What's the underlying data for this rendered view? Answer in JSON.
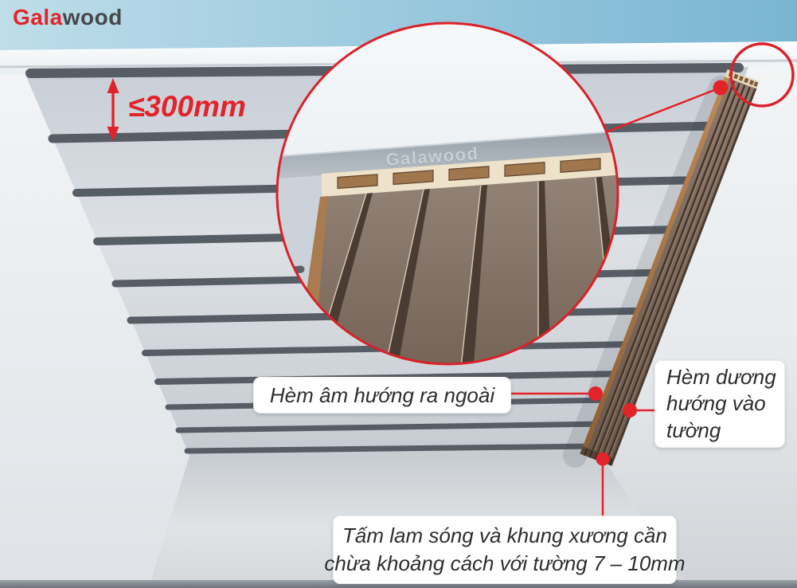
{
  "logo": {
    "part1": "Gala",
    "part2": "wood"
  },
  "inset": {
    "watermark": "Galawood"
  },
  "dimension": {
    "text": "≤300mm"
  },
  "labels": {
    "hem_am": {
      "text": "Hèm âm hướng ra ngoài"
    },
    "hem_duong": {
      "line1": "Hèm dương",
      "line2": "hướng vào",
      "line3": "tường"
    },
    "gap": {
      "line1": "Tấm lam sóng và khung xương cần",
      "line2": "chừa khoảng cách với tường 7 – 10mm"
    }
  },
  "colors": {
    "accent_red": "#e2232a",
    "sky_blue": "#8fc0d8",
    "batten_gray": "#575d64",
    "ceiling_gray": "#d3d8de",
    "wood_front": "#7b685b",
    "wood_groove": "#44362c",
    "profile_cream": "#efe2cb",
    "box_interior": "#a0764c"
  }
}
